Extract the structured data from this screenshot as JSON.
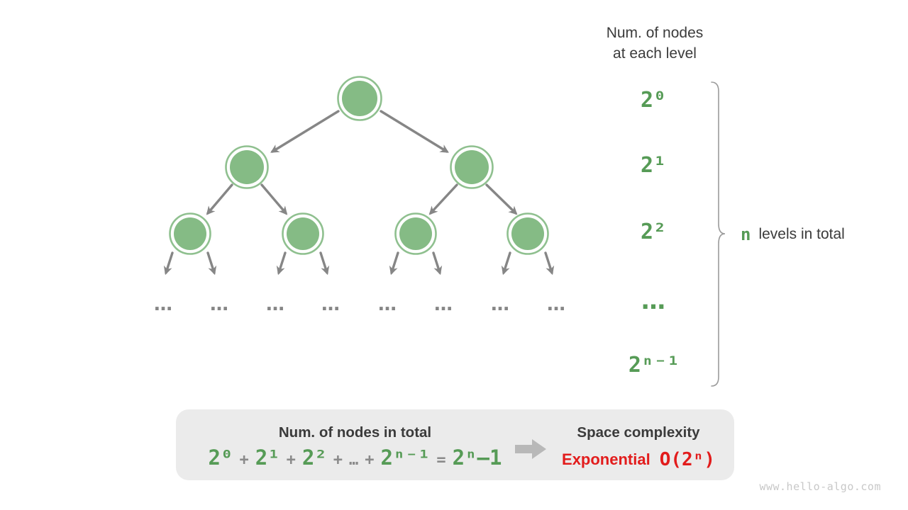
{
  "header": {
    "line1": "Num. of nodes",
    "line2": "at each level"
  },
  "levels": [
    {
      "label": "2⁰"
    },
    {
      "label": "2¹"
    },
    {
      "label": "2²"
    },
    {
      "label": "…"
    },
    {
      "label": "2ⁿ⁻¹"
    }
  ],
  "brace_note": {
    "n": "n",
    "text": "levels in total"
  },
  "tree": {
    "ellipsis": [
      "…",
      "…",
      "…",
      "…",
      "…",
      "…",
      "…",
      "…"
    ]
  },
  "summary_box": {
    "left_title": "Num. of nodes in total",
    "formula_tokens": [
      {
        "text": "2⁰",
        "color": "green"
      },
      {
        "text": "+",
        "color": "gray"
      },
      {
        "text": "2¹",
        "color": "green"
      },
      {
        "text": "+",
        "color": "gray"
      },
      {
        "text": "2²",
        "color": "green"
      },
      {
        "text": "+",
        "color": "gray"
      },
      {
        "text": "…",
        "color": "gray"
      },
      {
        "text": "+",
        "color": "gray"
      },
      {
        "text": "2ⁿ⁻¹",
        "color": "green"
      },
      {
        "text": "=",
        "color": "gray"
      },
      {
        "text": "2ⁿ–1",
        "color": "green"
      }
    ],
    "right_title": "Space complexity",
    "complexity_name": "Exponential",
    "complexity_big_o": "O(2ⁿ)"
  },
  "watermark": "www.hello-algo.com",
  "colors": {
    "node_green": "#85BB85",
    "node_ring": "#8FC08F",
    "text_green": "#569B56",
    "arrow_gray": "#868686",
    "op_gray": "#8A8A8A",
    "ink": "#3B3B3B",
    "red": "#E21C1C",
    "box_bg": "#EBEBEB",
    "brace_gray": "#9B9B9B",
    "watermark_gray": "#C8C8C8",
    "blockarrow_gray": "#B8B8B8"
  }
}
